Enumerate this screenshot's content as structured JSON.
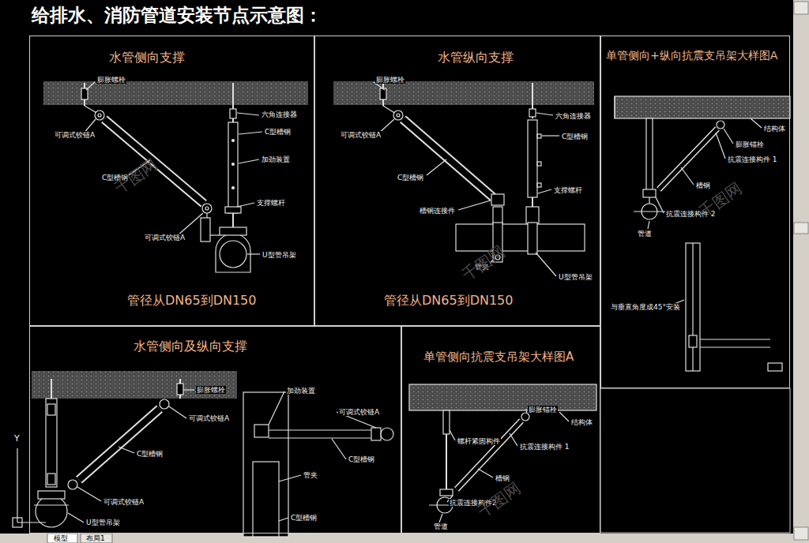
{
  "diagram": {
    "title": "给排水、消防管道安装节点示意图：",
    "nodes": [
      {
        "text": [
          "水管侧向支撑",
          "管径从DN65到DN150"
        ]
      },
      {
        "text": [
          "水管纵向支撑",
          "管径从DN65到DN150"
        ]
      },
      {
        "text": [
          "单管侧向+纵向抗震支吊架大样图A"
        ]
      },
      {
        "text": [
          "水管侧向及纵向支撑"
        ]
      },
      {
        "text": [
          "单管侧向抗震支吊架大样图A"
        ]
      }
    ],
    "labels": [
      "膨胀螺栓",
      "可调式铰链A",
      "六角连接器",
      "C型槽钢",
      "加劲装置",
      "C型槽钢",
      "支撑螺杆",
      "可调式铰链A",
      "U型管吊架",
      "膨胀螺栓",
      "六角连接器",
      "可调式铰链A",
      "C型槽钢",
      "C型槽钢",
      "支撑螺杆",
      "槽钢连接件",
      "管夹",
      "U型管吊架",
      "结构体",
      "膨胀锚栓",
      "抗震连接构件 1",
      "槽钢",
      "抗震连接构件 2",
      "管道",
      "与垂直角度成45°安装",
      "膨胀螺栓",
      "可调式铰链A",
      "C型槽钢",
      "可调式铰链A",
      "U型管吊架",
      "加劲装置",
      "可调式铰链A",
      "C型槽钢",
      "管夹",
      "C型槽钢",
      "结构体",
      "膨胀锚栓",
      "螺杆紧固构件",
      "抗震连接构件 1",
      "槽钢",
      "抗震连接构件2",
      "管道",
      "Y",
      "模型",
      "布局1",
      "千图网",
      "千图网",
      "千图网",
      "千图网"
    ]
  }
}
